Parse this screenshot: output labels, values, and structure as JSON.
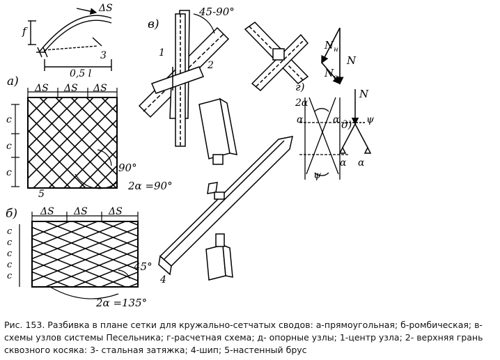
{
  "figure": {
    "labels": {
      "panel_a": "а)",
      "panel_b": "б)",
      "panel_v": "в)",
      "panel_g": "г)",
      "panel_d": "д)",
      "delta_s": "ΔS",
      "c": "с",
      "f": "f",
      "half_l": "0,5 l",
      "n3": "3",
      "n5": "5",
      "n1": "1",
      "n2": "2",
      "n4": "4",
      "angle_90": "90°",
      "two_alpha_90": "2α =90°",
      "angle_45": "45°",
      "two_alpha_135": "2α =135°",
      "angle_45_90": "45-90°",
      "two_alpha": "2α",
      "alpha": "α",
      "psi": "ψ",
      "N": "N",
      "N_H": "N",
      "N_H_sub": "н",
      "N_B": "N",
      "N_B_sub": "в"
    }
  },
  "caption": {
    "text": "Рис. 153. Разбивка в плане сетки для кружально-сетчатых сводов: а-прямоугольная; б-ромбическая; в-схемы узлов системы Песельника; г-расчетная схема; д- опорные узлы; 1-центр узла; 2- верхняя грань сквозного косяка: 3- стальная затяжка; 4-шип; 5-настенный брус"
  }
}
